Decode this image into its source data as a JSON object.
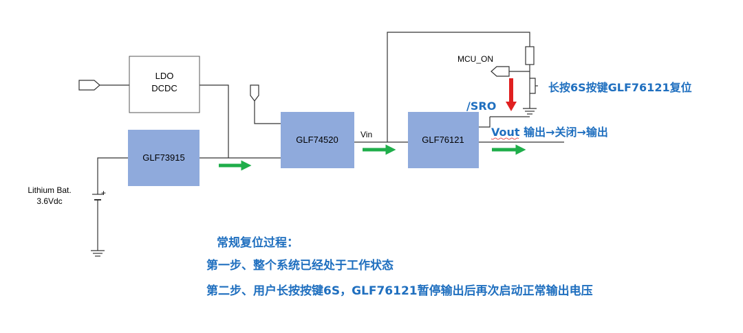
{
  "blocks": {
    "ldo": [
      "LDO",
      "DCDC"
    ],
    "glf73915": "GLF73915",
    "glf74520": "GLF74520",
    "glf76121": "GLF76121"
  },
  "labels": {
    "battery": [
      "Lithium Bat.",
      "3.6Vdc"
    ],
    "vin": "Vin",
    "mcu_on": "MCU_ON",
    "sro": "/SRO",
    "button_note": "长按6S按键GLF76121复位",
    "vout_prefix": "Vout",
    "vout_note": " 输出→关闭→输出"
  },
  "process": {
    "title": "常规复位过程：",
    "step1": "第一步、整个系统已经处于工作状态",
    "step2": "第二步、用户长按按键6S，GLF76121暂停输出后再次启动正常输出电压"
  },
  "colors": {
    "block_fill": "#8faadc",
    "accent_blue": "#1f6fbf",
    "arrow_green": "#1fae4a",
    "arrow_red": "#e02020"
  }
}
